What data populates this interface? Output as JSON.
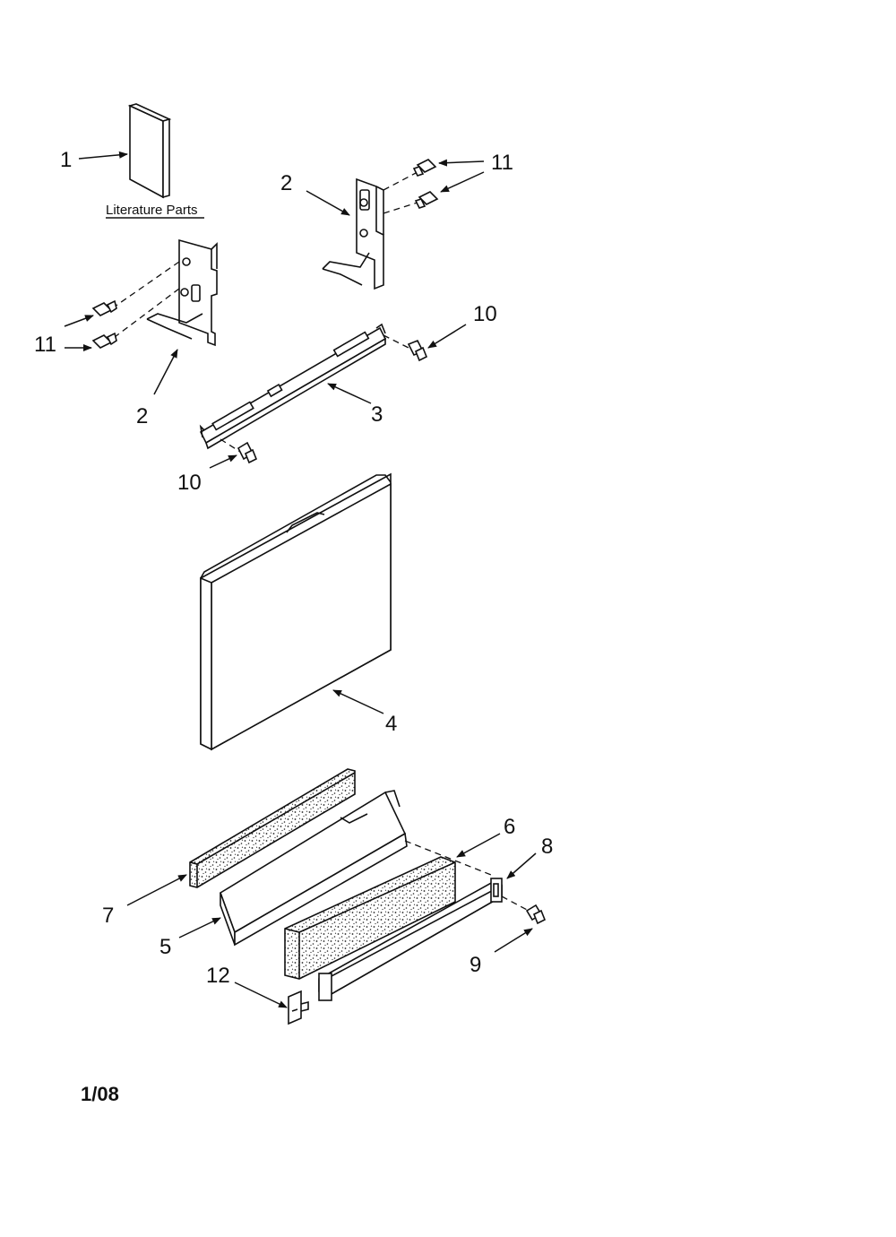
{
  "literature_label": "Literature Parts",
  "date_code": "1/08",
  "callouts": {
    "c1": "1",
    "c2a": "2",
    "c2b": "2",
    "c3": "3",
    "c4": "4",
    "c5": "5",
    "c6": "6",
    "c7": "7",
    "c8": "8",
    "c9": "9",
    "c10a": "10",
    "c10b": "10",
    "c11a": "11",
    "c11b": "11",
    "c12": "12"
  }
}
